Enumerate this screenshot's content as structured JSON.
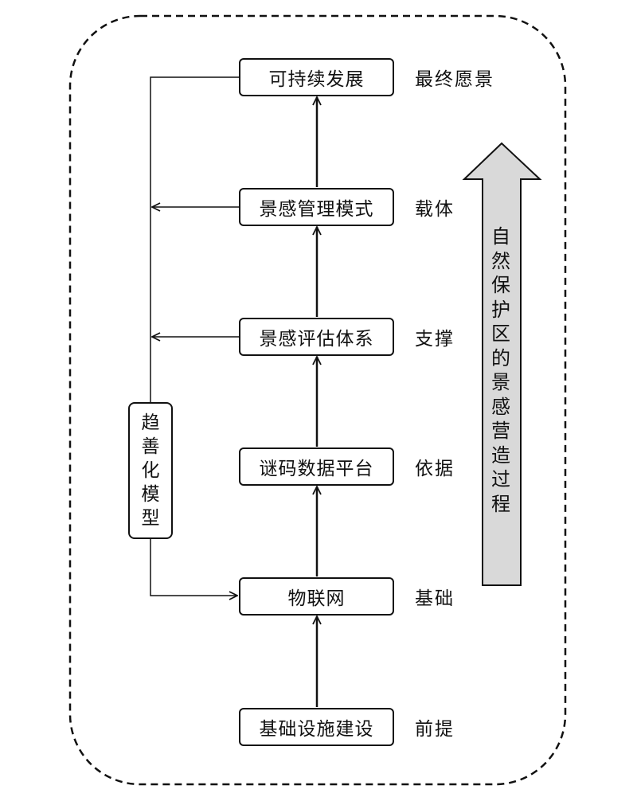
{
  "stages": [
    {
      "label": "可持续发展",
      "role": "最终愿景"
    },
    {
      "label": "景感管理模式",
      "role": "载体"
    },
    {
      "label": "景感评估体系",
      "role": "支撑"
    },
    {
      "label": "谜码数据平台",
      "role": "依据"
    },
    {
      "label": "物联网",
      "role": "基础"
    },
    {
      "label": "基础设施建设",
      "role": "前提"
    }
  ],
  "model": {
    "label": "趋善化模型"
  },
  "process_arrow": {
    "label": "自然保护区的景感营造过程",
    "fill": "#d9d9d9"
  },
  "colors": {
    "line": "#111111",
    "frame_dash": "#111111"
  }
}
